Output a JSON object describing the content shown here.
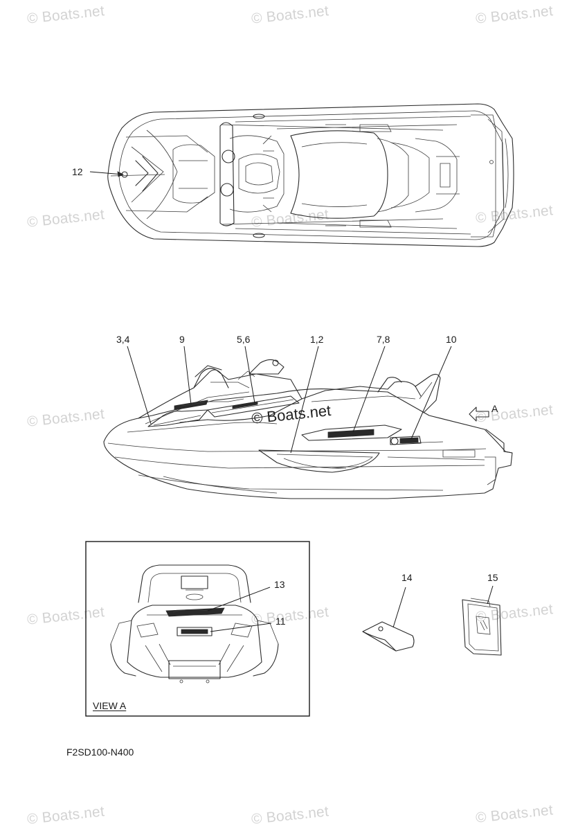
{
  "watermark": "© Boats.net",
  "watermark_center": "© Boats.net",
  "diagram_code": "F2SD100-N400",
  "view_label": "VIEW A",
  "arrow_label": "A",
  "callouts": {
    "c12": "12",
    "c34": "3,4",
    "c9": "9",
    "c56": "5,6",
    "c12b": "1,2",
    "c78": "7,8",
    "c10": "10",
    "c13": "13",
    "c11": "11",
    "c14": "14",
    "c15": "15"
  }
}
